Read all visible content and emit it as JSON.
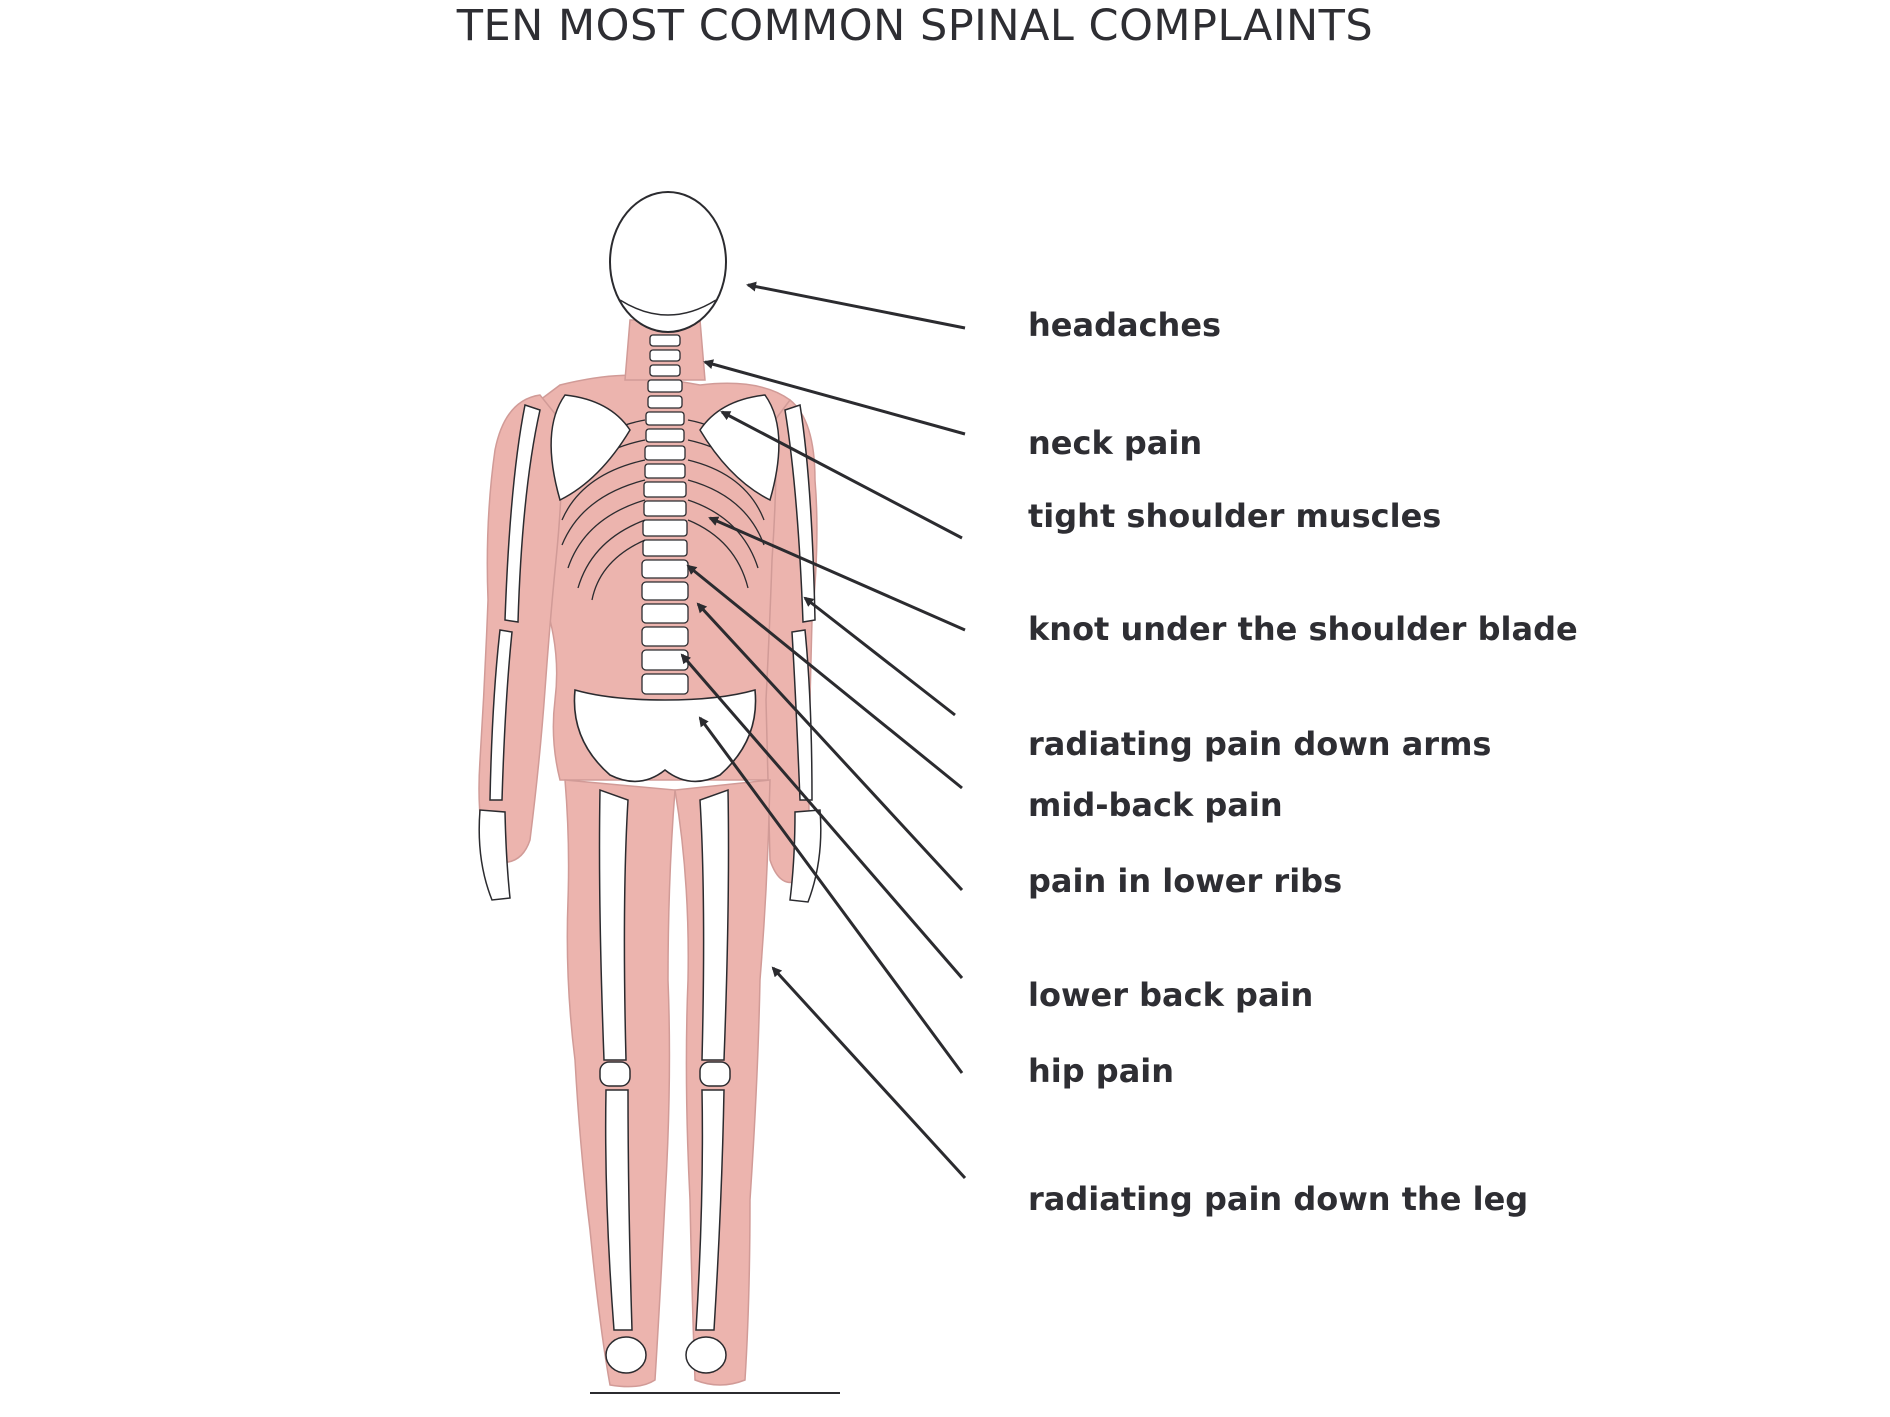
{
  "title": "TEN MOST COMMON SPINAL COMPLAINTS",
  "colors": {
    "skin": "#e9a7a1",
    "ink": "#2b2b2f",
    "background": "#ffffff"
  },
  "labels": [
    "headaches",
    "neck pain",
    "tight shoulder muscles",
    "knot under the shoulder blade",
    "radiating pain down arms",
    "mid-back pain",
    "pain in lower ribs",
    "lower back pain",
    "hip pain",
    "radiating pain down the leg"
  ]
}
